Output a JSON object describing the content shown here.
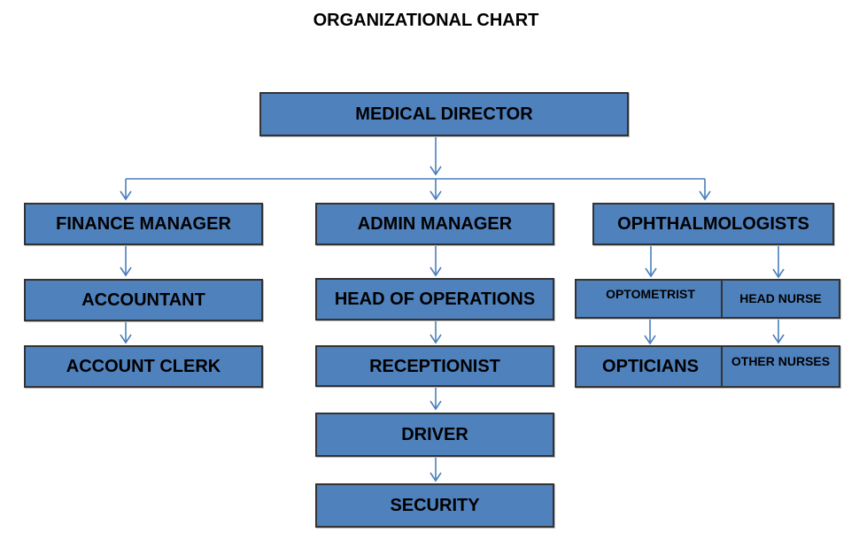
{
  "title": "ORGANIZATIONAL CHART",
  "colors": {
    "box_fill": "#4f81bd",
    "box_border": "#333333",
    "connector": "#4a7ebb"
  },
  "nodes": {
    "medical_director": "MEDICAL DIRECTOR",
    "finance_manager": "FINANCE MANAGER",
    "accountant": "ACCOUNTANT",
    "account_clerk": "ACCOUNT CLERK",
    "admin_manager": "ADMIN MANAGER",
    "head_of_operations": "HEAD OF OPERATIONS",
    "receptionist": "RECEPTIONIST",
    "driver": "DRIVER",
    "security": "SECURITY",
    "ophthalmologists": "OPHTHALMOLOGISTS",
    "optometrist": "OPTOMETRIST",
    "opticians": "OPTICIANS",
    "head_nurse": "HEAD NURSE",
    "other_nurses": "OTHER NURSES"
  }
}
